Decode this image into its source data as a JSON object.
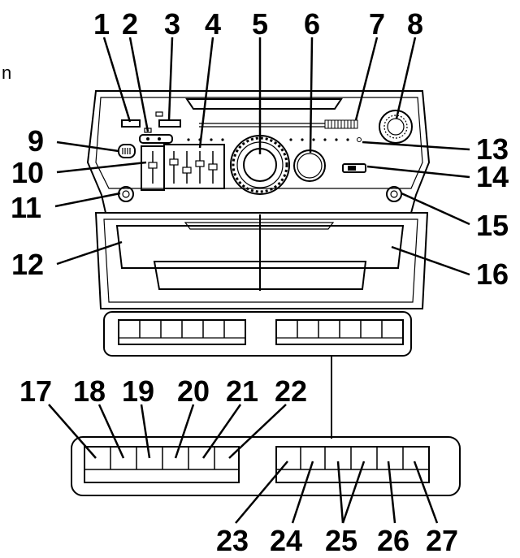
{
  "callouts": [
    "1",
    "2",
    "3",
    "4",
    "5",
    "6",
    "7",
    "8",
    "9",
    "10",
    "11",
    "12",
    "13",
    "14",
    "15",
    "16",
    "17",
    "18",
    "19",
    "20",
    "21",
    "22",
    "23",
    "24",
    "25",
    "26",
    "27"
  ],
  "stray_mark": "n"
}
